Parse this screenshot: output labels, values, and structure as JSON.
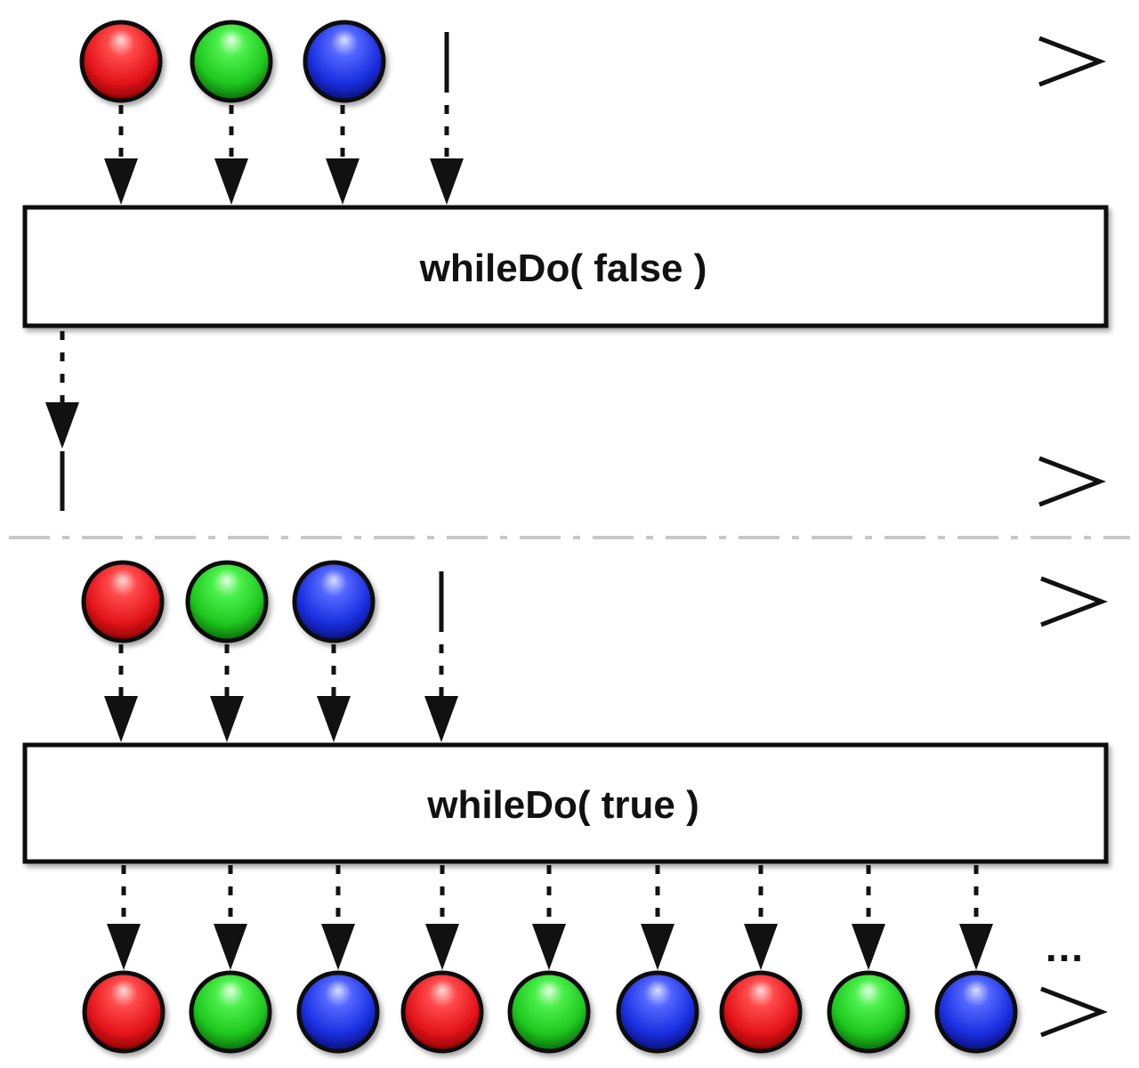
{
  "colors": {
    "red": "#e3141a",
    "green": "#1fc81f",
    "blue": "#1a2fe0",
    "stroke": "#111111",
    "separator": "#c8c8c8"
  },
  "panels": [
    {
      "operator_label": "whileDo( false )",
      "source_marbles": [
        "red",
        "green",
        "blue"
      ],
      "output_marbles": [],
      "output_ellipsis": ""
    },
    {
      "operator_label": "whileDo( true )",
      "source_marbles": [
        "red",
        "green",
        "blue"
      ],
      "output_marbles": [
        "red",
        "green",
        "blue",
        "red",
        "green",
        "blue",
        "red",
        "green",
        "blue"
      ],
      "output_ellipsis": "…"
    }
  ]
}
